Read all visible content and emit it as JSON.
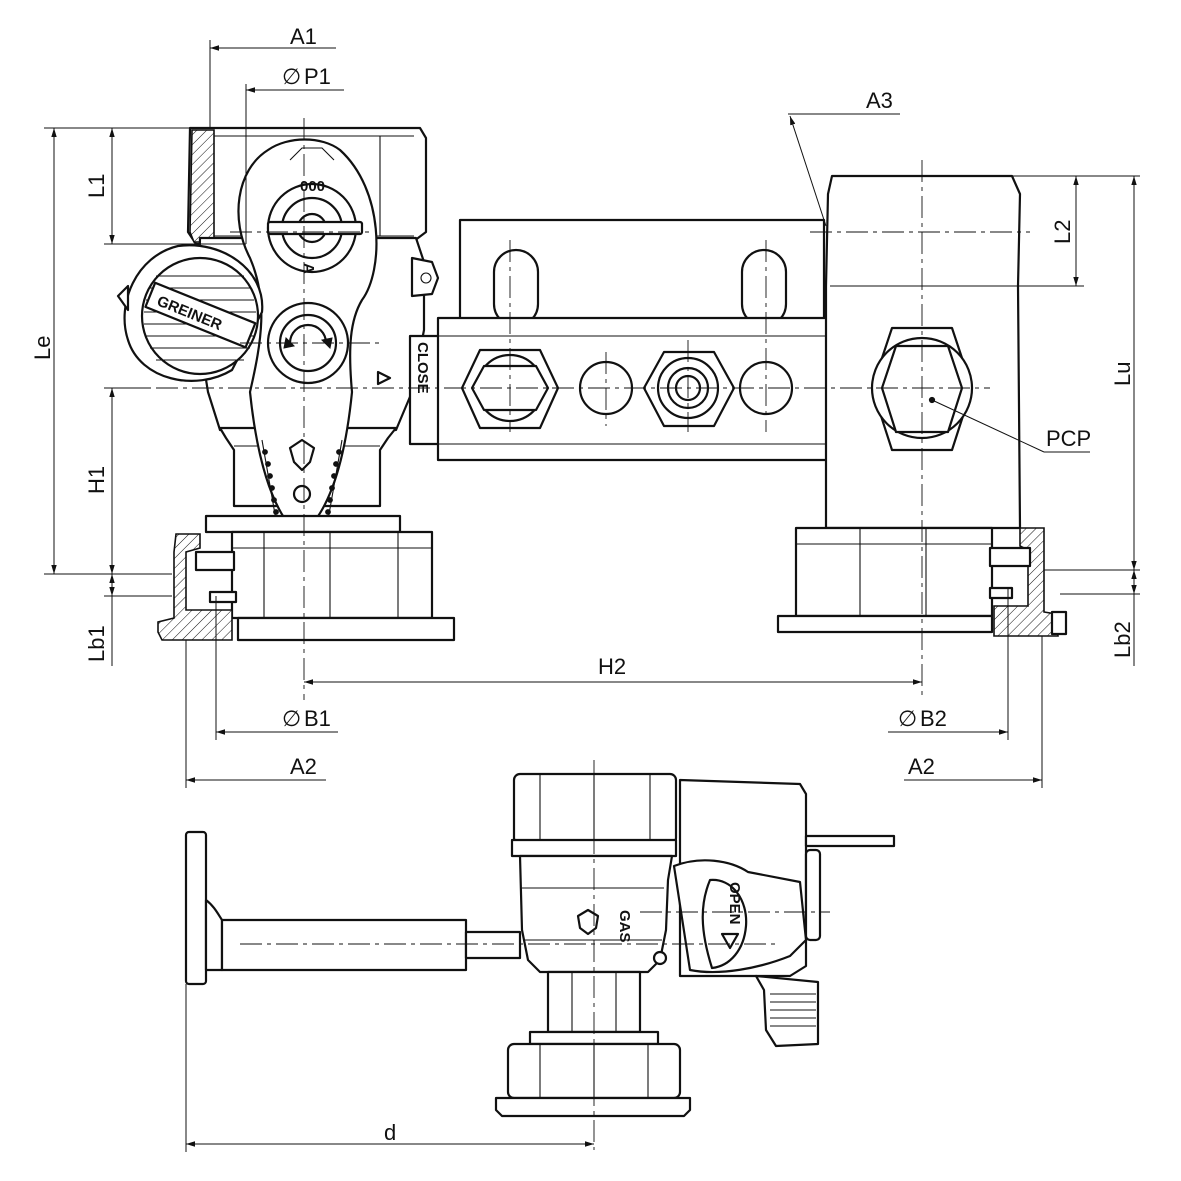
{
  "dimensions": {
    "A1": "A1",
    "P1": "P1",
    "A3": "A3",
    "L1": "L1",
    "L2": "L2",
    "Le": "Le",
    "Lu": "Lu",
    "H1": "H1",
    "PCP": "PCP",
    "Lb1": "Lb1",
    "Lb2": "Lb2",
    "H2": "H2",
    "B1": "B1",
    "B2": "B2",
    "A2_left": "A2",
    "A2_right": "A2",
    "d": "d",
    "diameter_symbol": "∅"
  },
  "part_markings": {
    "brand": "GREINER",
    "close": "CLOSE",
    "open": "OPEN",
    "gas": "GAS",
    "number": "000",
    "arrow_letter": "A"
  }
}
